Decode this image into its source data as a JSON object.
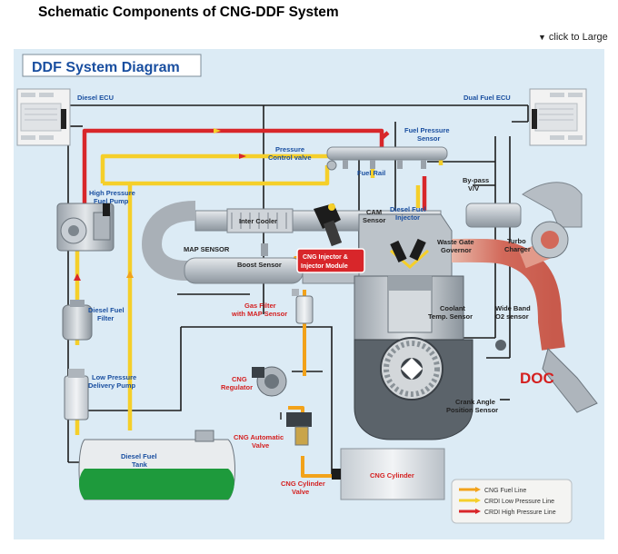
{
  "header": {
    "title": "Schematic Components of CNG-DDF System",
    "enlarge_label": "click to Large"
  },
  "diagram": {
    "title": "DDF System Diagram",
    "labels": {
      "diesel_ecu": "Diesel ECU",
      "dual_fuel_ecu": "Dual Fuel ECU",
      "fuel_pressure_sensor_1": "Fuel Pressure",
      "fuel_pressure_sensor_2": "Sensor",
      "pressure_control_valve_1": "Pressure",
      "pressure_control_valve_2": "Control valve",
      "fuel_rail": "Fuel Rail",
      "high_pressure_pump_1": "High Pressure",
      "high_pressure_pump_2": "Fuel Pump",
      "by_pass_1": "By-pass",
      "by_pass_2": "V/V",
      "inter_cooler": "Inter Cooler",
      "cam_sensor_1": "CAM",
      "cam_sensor_2": "Sensor",
      "diesel_injector_1": "Diesel Fuel",
      "diesel_injector_2": "Injector",
      "map_sensor": "MAP SENSOR",
      "boost_sensor": "Boost Sensor",
      "cng_injector_1": "CNG Injector &",
      "cng_injector_2": "Injector Module",
      "waste_gate_1": "Waste Gate",
      "waste_gate_2": "Governor",
      "turbo_1": "Turbo",
      "turbo_2": "Charger",
      "diesel_filter_1": "Diesel Fuel",
      "diesel_filter_2": "Filter",
      "gas_filter_1": "Gas Filter",
      "gas_filter_2": "with MAP Sensor",
      "coolant_1": "Coolant",
      "coolant_2": "Temp. Sensor",
      "wide_band_1": "Wide Band",
      "wide_band_2": "O2 sensor",
      "low_pressure_pump_1": "Low Pressure",
      "low_pressure_pump_2": "Delivery Pump",
      "doc": "DOC",
      "cng_regulator_1": "CNG",
      "cng_regulator_2": "Regulator",
      "crank_1": "Crank Angle",
      "crank_2": "Position Sensor",
      "diesel_tank_1": "Diesel Fuel",
      "diesel_tank_2": "Tank",
      "cng_auto_valve_1": "CNG Automatic",
      "cng_auto_valve_2": "Valve",
      "cng_cylinder": "CNG Cylinder",
      "cng_cyl_valve_1": "CNG Cylinder",
      "cng_cyl_valve_2": "Valve"
    },
    "legend": [
      {
        "label": "CNG Fuel Line",
        "color": "#f2a21a"
      },
      {
        "label": "CRDI Low Pressure Line",
        "color": "#f5cf2a"
      },
      {
        "label": "CRDI High Pressure Line",
        "color": "#d8262a"
      }
    ]
  }
}
